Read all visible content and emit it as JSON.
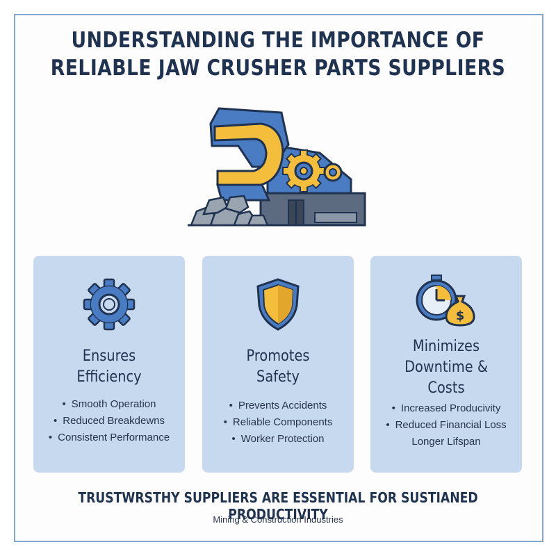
{
  "title_line1": "UNDERSTANDING THE IMPORTANCE OF",
  "title_line2": "RELIABLE JAW CRUSHER PARTS SUPPLIERS",
  "colors": {
    "navy": "#1f3350",
    "blue": "#4a7cc4",
    "yellow": "#f4bd3c",
    "card": "#c7d9ee",
    "frame": "#86a9cf"
  },
  "cards": [
    {
      "icon": "gear-icon",
      "title_line1": "Ensures",
      "title_line2": "Efficiency",
      "items": [
        "Smooth Operation",
        "Reduced Breakdewns",
        "Consistent Performance"
      ]
    },
    {
      "icon": "shield-icon",
      "title_line1": "Promotes",
      "title_line2": "Safety",
      "items": [
        "Prevents Accidents",
        "Reliable Components",
        "Worker Protection"
      ]
    },
    {
      "icon": "stopwatch-money-bag-icon",
      "title_line1": "Minimizes",
      "title_line2": "Downtime &",
      "title_line3": "Costs",
      "items": [
        "Increased Producivity",
        "Reduced Financial Loss",
        "Longer Lifspan"
      ]
    }
  ],
  "money_symbol": "$",
  "footer_line": "TRUSTWRSTHY SUPPLIERS ARE ESSENTIAL FOR SUSTIANED PRODUCTIVITY",
  "footer_sub": "Mining & Construction Industries"
}
